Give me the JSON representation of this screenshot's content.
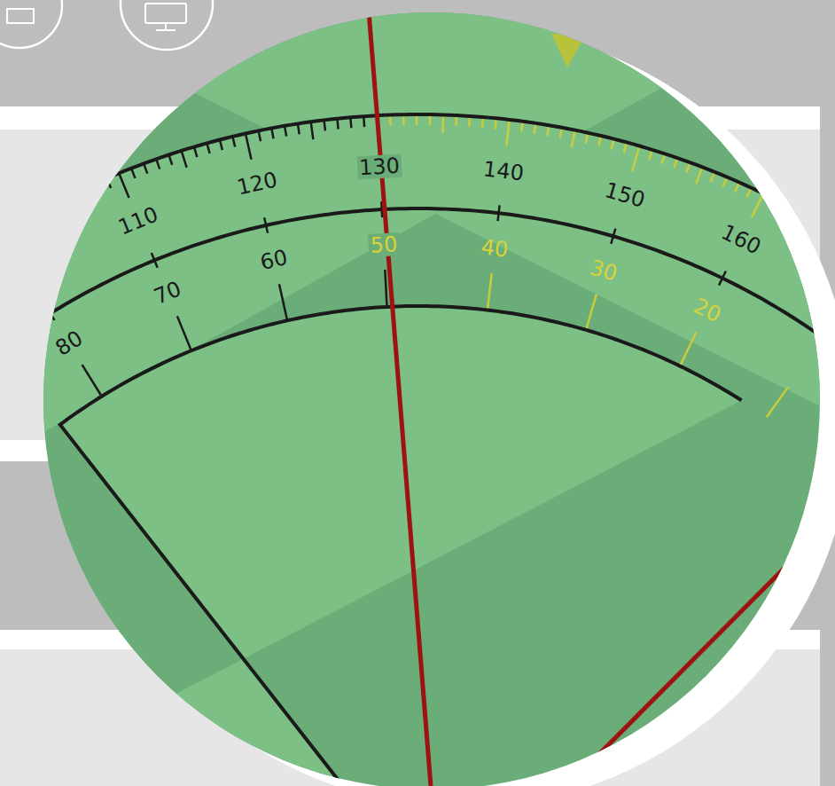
{
  "diagram": {
    "labels": [
      "110",
      "120",
      "130",
      "140",
      "150",
      "160",
      "80",
      "70",
      "60",
      "50",
      "40",
      "30",
      "20"
    ]
  }
}
